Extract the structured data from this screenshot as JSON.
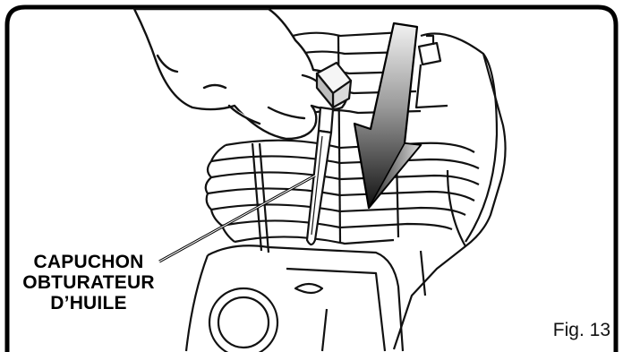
{
  "callout": {
    "line1": "CAPUCHON",
    "line2": "OBTURATEUR",
    "line3": "D’HUILE"
  },
  "figure_label": "Fig. 13",
  "colors": {
    "frame": "#000000",
    "ink": "#111111",
    "background": "#ffffff",
    "arrow_dark": "#1a1a1a",
    "arrow_light": "#f2f2f2"
  },
  "icons": [
    "hand-icon",
    "oil-cap-icon",
    "down-arrow-icon",
    "engine-cylinder-icon"
  ]
}
